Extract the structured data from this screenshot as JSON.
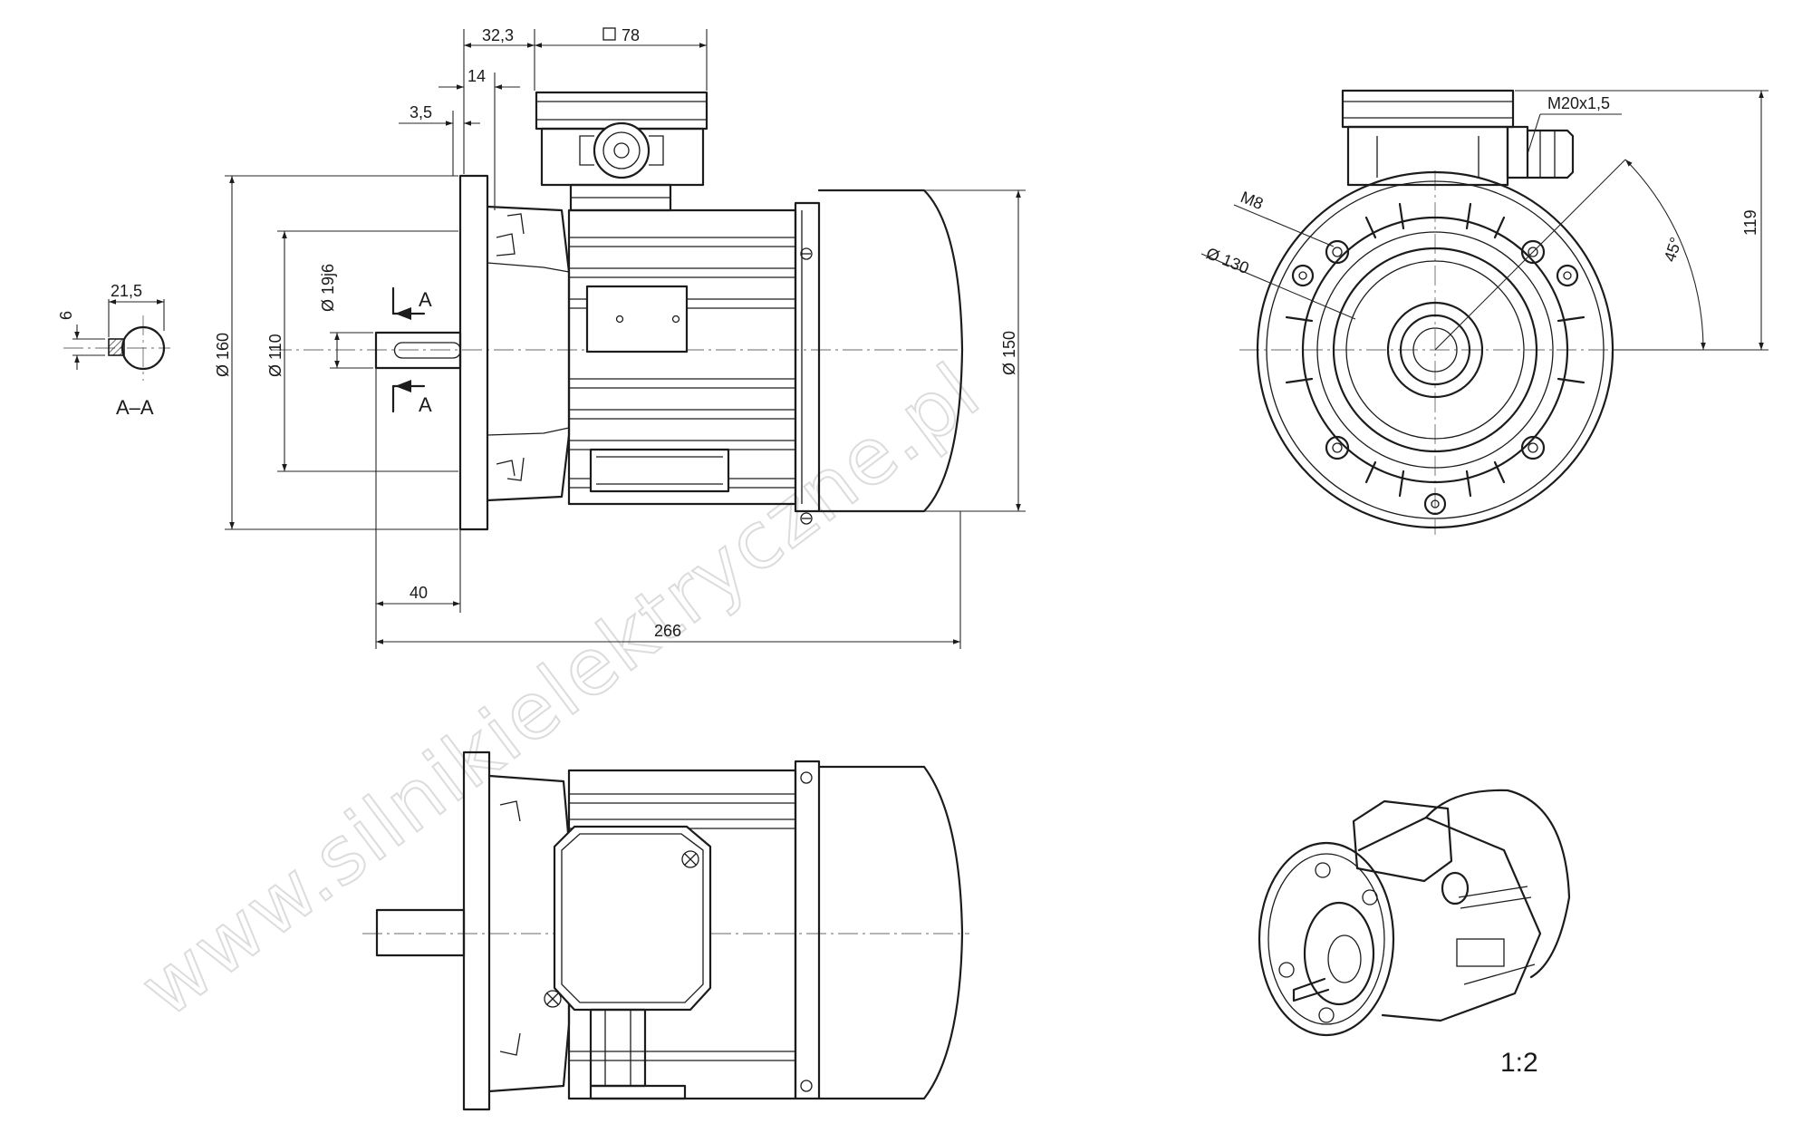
{
  "drawing": {
    "watermark": "www.silnikielektryczne.pl",
    "scale": "1:2",
    "section_label": "A–A",
    "section_marker": "A",
    "dimensions": {
      "d_32_3": "32,3",
      "d_square_78": "78",
      "d_14": "14",
      "d_3_5": "3,5",
      "d_160": "Ø 160",
      "d_110": "Ø 110",
      "d_19j6": "Ø 19j6",
      "d_150": "Ø 150",
      "d_40": "40",
      "d_266": "266",
      "d_21_5": "21,5",
      "d_6": "6",
      "d_m8": "M8",
      "d_130": "Ø 130",
      "d_m20": "M20x1,5",
      "d_45": "45°",
      "d_119": "119"
    }
  }
}
